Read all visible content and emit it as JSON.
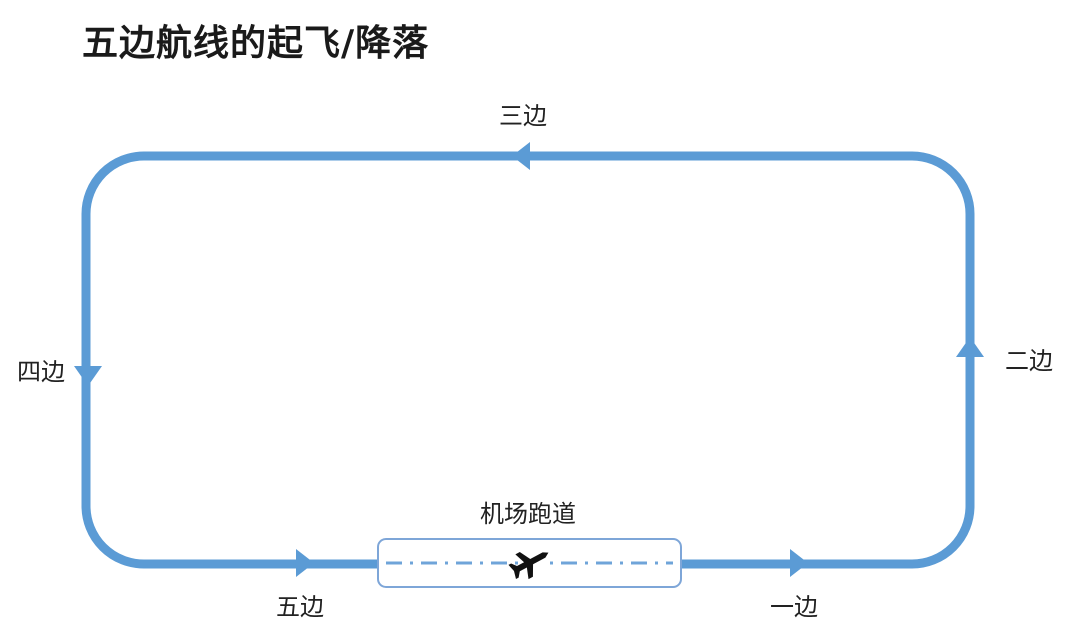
{
  "title": "五边航线的起飞/降落",
  "legs": {
    "first": "一边",
    "second": "二边",
    "third": "三边",
    "fourth": "四边",
    "fifth": "五边"
  },
  "runway": {
    "label": "机场跑道"
  },
  "icons": {
    "airplane": "airplane-icon"
  },
  "colors": {
    "route": "#5b9bd5",
    "runway_border": "#7ea6d8",
    "centerline": "#6fa4d9",
    "text": "#222222"
  }
}
